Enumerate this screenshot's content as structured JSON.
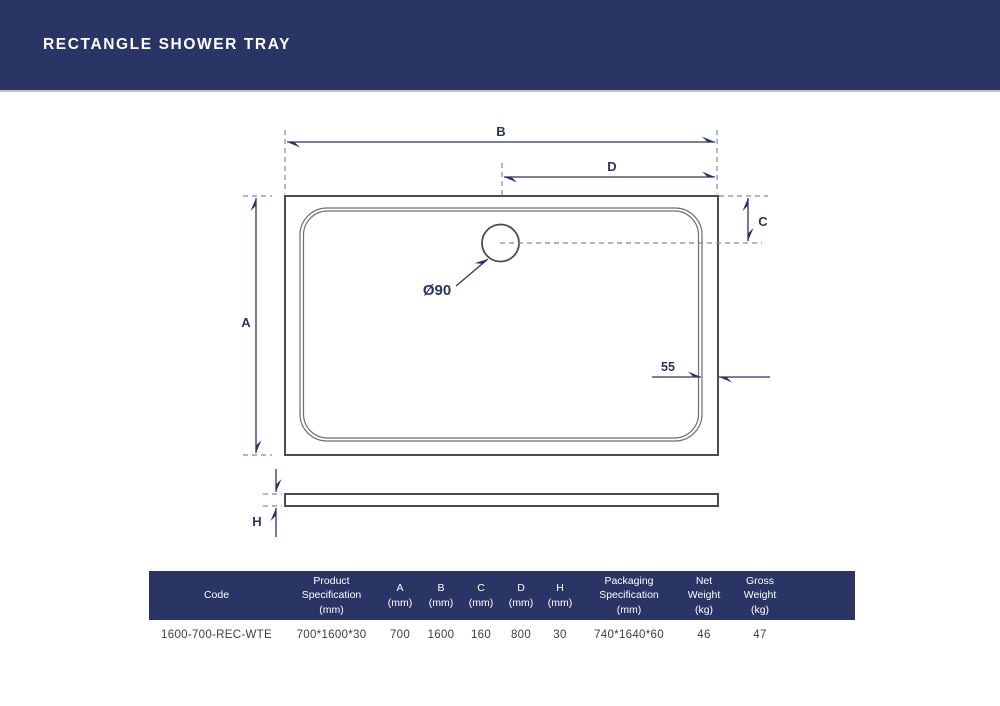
{
  "header": {
    "title": "RECTANGLE SHOWER TRAY",
    "bg_color": "#2a3566",
    "text_color": "#ffffff"
  },
  "diagram": {
    "labels": {
      "width_b": "B",
      "drain_offset_d": "D",
      "drain_from_top_c": "C",
      "depth_a": "A",
      "height_h": "H",
      "drain_diameter": "Ø90",
      "wall_width": "55"
    },
    "colors": {
      "dimension": "#2a3566",
      "outline": "#4c4c4c",
      "inner_line": "#6e6e6e",
      "dashed": "#7e89a6"
    }
  },
  "table": {
    "header_bg": "#2a3566",
    "columns": [
      {
        "label": "Code"
      },
      {
        "label": "Product\nSpecification\n(mm)"
      },
      {
        "label": "A\n(mm)"
      },
      {
        "label": "B\n(mm)"
      },
      {
        "label": "C\n(mm)"
      },
      {
        "label": "D\n(mm)"
      },
      {
        "label": "H\n(mm)"
      },
      {
        "label": "Packaging\nSpecification\n(mm)"
      },
      {
        "label": "Net\nWeight\n(kg)"
      },
      {
        "label": "Gross\nWeight\n(kg)"
      }
    ],
    "row": [
      "1600-700-REC-WTE",
      "700*1600*30",
      "700",
      "1600",
      "160",
      "800",
      "30",
      "740*1640*60",
      "46",
      "47"
    ]
  }
}
